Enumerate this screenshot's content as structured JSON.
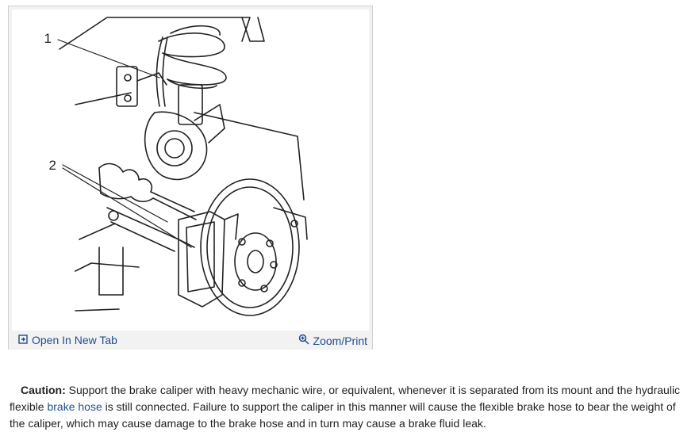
{
  "figure": {
    "callouts": [
      "1",
      "2"
    ],
    "open_label": "Open In New Tab",
    "open_icon": "open-in-new-tab-icon",
    "zoom_label": "Zoom/Print",
    "zoom_icon": "magnifier-icon"
  },
  "caption": {
    "caution_label": "Caution:",
    "text_before_link": " Support the brake caliper with heavy mechanic wire, or equivalent, whenever it is separated from its mount and the hydraulic flexible ",
    "link_text": "brake hose",
    "text_after_link": " is still connected. Failure to support the caliper in this manner will cause the flexible brake hose to bear the weight of the caliper, which may cause damage to the brake hose and in turn may cause a brake fluid leak."
  },
  "colors": {
    "link": "#1f4e8c",
    "line_art": "#222222"
  }
}
